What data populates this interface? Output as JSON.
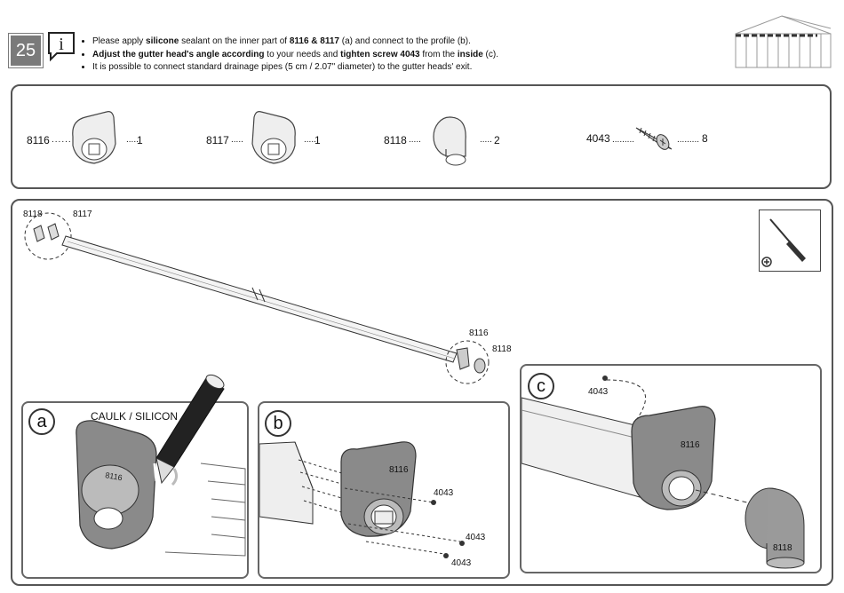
{
  "step": {
    "number": "25"
  },
  "instructions": {
    "line1": {
      "pre": "Please apply ",
      "b1": "silicone",
      "mid": " sealant on the inner part of ",
      "b2": "8116 & 8117",
      "post": " (a) and connect to the profile (b)."
    },
    "line2": {
      "b1": "Adjust the gutter head's angle according",
      "mid": " to your needs and ",
      "b2": "tighten screw 4043",
      "mid2": " from the ",
      "b3": "inside",
      "post": " (c)."
    },
    "line3": "It is possible to connect standard drainage pipes (5 cm / 2.07\" diameter) to the gutter heads' exit."
  },
  "parts": [
    {
      "code": "8116",
      "qty": "1"
    },
    {
      "code": "8117",
      "qty": "1"
    },
    {
      "code": "8118",
      "qty": "2"
    },
    {
      "code": "4043",
      "qty": "8"
    }
  ],
  "overview": {
    "top_left_a": "8118",
    "top_left_b": "8117",
    "right_a": "8116",
    "right_b": "8118"
  },
  "panel_a": {
    "letter": "a",
    "title": "CAULK / SILICON",
    "part_mark": "8116"
  },
  "panel_b": {
    "letter": "b",
    "part_mark": "8116",
    "screw1": "4043",
    "screw2": "4043",
    "screw3": "4043"
  },
  "panel_c": {
    "letter": "c",
    "screw": "4043",
    "part_mark": "8116",
    "cap_mark": "8118"
  }
}
